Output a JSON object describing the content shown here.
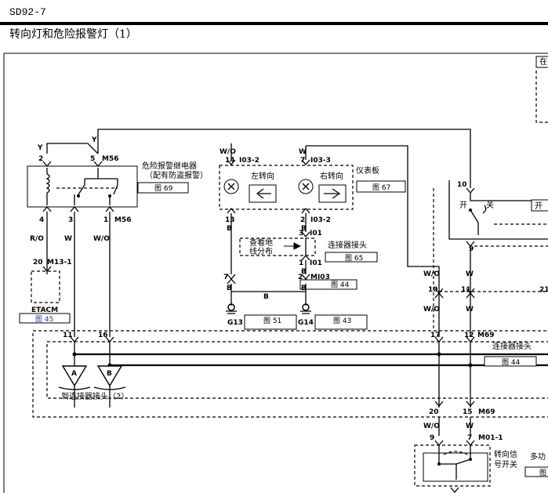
{
  "header": {
    "code": "SD92-7",
    "title": "转向灯和危险报警灯（1）"
  },
  "hazard_relay": {
    "name_line1": "危险报警继电器",
    "name_line2": "（配有防盗报警）",
    "ref": "图 69",
    "connector": "M56",
    "connector_bottom": "M56",
    "pin_2": "2",
    "pin_5": "5",
    "pin_4": "4",
    "pin_3": "3",
    "pin_1": "1",
    "wire_y_left": "Y",
    "wire_y_right": "Y",
    "wire_ro": "R/O",
    "wire_w": "W",
    "wire_wo": "W/O"
  },
  "etacm": {
    "name": "ETACM",
    "ref": "图 45",
    "pin": "20",
    "connector": "M13-1"
  },
  "cluster": {
    "name": "仪表板",
    "ref": "图 67",
    "left_turn": "左转向",
    "right_turn": "右转向",
    "pin_14": "14",
    "pin_7": "7",
    "conn_left": "I03-2",
    "conn_right": "I03-3",
    "wire_top_left": "W/O",
    "wire_top_right": "W",
    "pin_13": "13",
    "pin_2": "2",
    "conn_bottom": "I03-2",
    "wire_b1": "B",
    "wire_b2": "B"
  },
  "ground_dist": {
    "line1": "查看地",
    "line2": "线分布",
    "pin_3": "3",
    "pin_1": "1",
    "conn_top": "I01",
    "conn_bottom": "I01",
    "connector_label": "连接器接头",
    "ref": "图 65",
    "wire_b": "B"
  },
  "mi03": {
    "pin_7": "7",
    "pin_2": "2",
    "connector": "MI03",
    "ref": "图 44",
    "wire_b_left": "B",
    "wire_b_right": "B",
    "wire_b_mid": "B"
  },
  "grounds": {
    "g13": "G13",
    "g13_ref": "图 51",
    "g14": "G14",
    "g14_ref": "图 43"
  },
  "right_switch": {
    "top_right_tag": "在",
    "pin_10": "10",
    "open": "开",
    "close": "关",
    "open_right": "开",
    "pin_9": "9",
    "wire_wo": "W/O",
    "wire_w": "W",
    "pin_10b": "10",
    "pin_11": "11",
    "pin_21": "21",
    "wire_wo2": "W/O",
    "wire_w2": "W"
  },
  "m69": {
    "pin_11": "11",
    "pin_16": "16",
    "pin_17": "17",
    "pin_12": "12",
    "connector": "M69",
    "connector_label": "连接器接头",
    "ref": "图 44",
    "to_connector": "到连接器接头（2）",
    "marker_a": "A",
    "marker_b": "B",
    "pin_20": "20",
    "pin_15": "15",
    "connector_bottom": "M69"
  },
  "turn_switch": {
    "wire_wo": "W/O",
    "wire_w": "W",
    "pin_9": "9",
    "pin_7": "7",
    "connector": "M01-1",
    "name_line1": "转向信",
    "name_line2": "号开关",
    "multi": "多功",
    "ref": "图"
  }
}
